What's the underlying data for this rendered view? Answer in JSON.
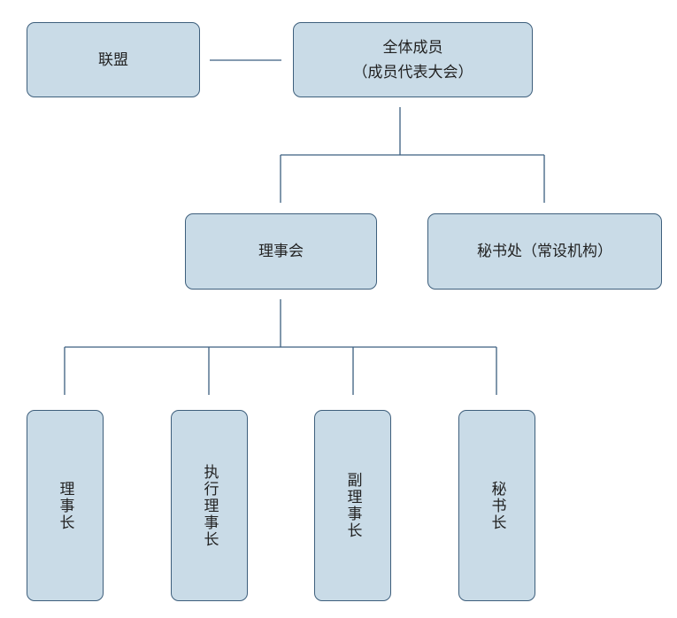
{
  "nodes": {
    "alliance": "联盟",
    "all_members_line1": "全体成员",
    "all_members_line2": "（成员代表大会）",
    "council": "理事会",
    "secretariat": "秘书处（常设机构）",
    "chairman": "理事长",
    "executive_chairman": "执行理事长",
    "vice_chairman": "副理事长",
    "secretary_general": "秘书长"
  },
  "colors": {
    "box_fill": "#c9dbe7",
    "box_border": "#3e5f7c",
    "connector": "#3c5f80"
  }
}
